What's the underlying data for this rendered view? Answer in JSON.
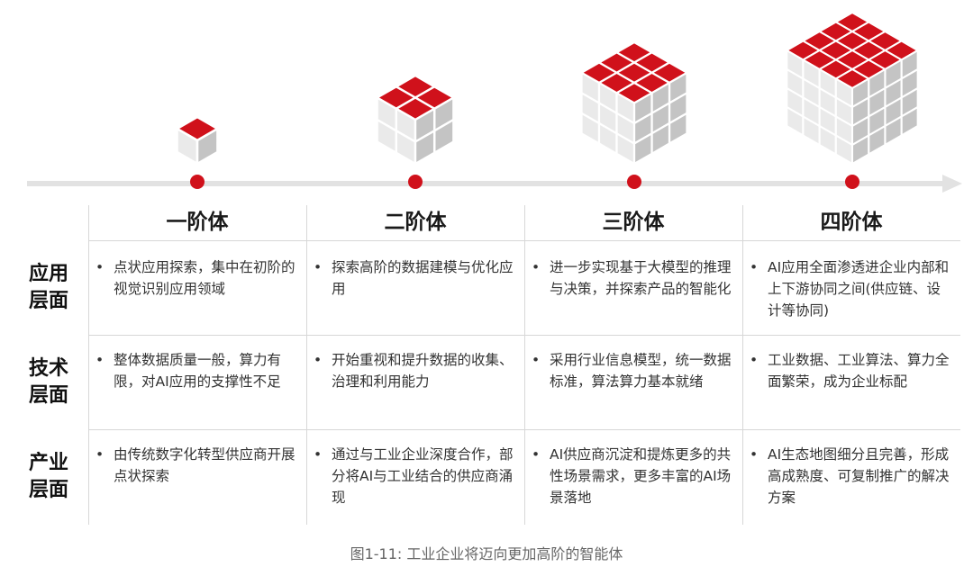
{
  "stages": [
    "一阶体",
    "二阶体",
    "三阶体",
    "四阶体"
  ],
  "cube_sizes": [
    1,
    2,
    3,
    4
  ],
  "row_labels": [
    [
      "应用",
      "层面"
    ],
    [
      "技术",
      "层面"
    ],
    [
      "产业",
      "层面"
    ]
  ],
  "cells": [
    [
      "点状应用探索，集中在初阶的视觉识别应用领域",
      "探索高阶的数据建模与优化应用",
      "进一步实现基于大模型的推理与决策，并探索产品的智能化",
      "AI应用全面渗透进企业内部和上下游协同之间(供应链、设计等协同)"
    ],
    [
      "整体数据质量一般，算力有限，对AI应用的支撑性不足",
      "开始重视和提升数据的收集、治理和利用能力",
      "采用行业信息模型，统一数据标准，算法算力基本就绪",
      "工业数据、工业算法、算力全面繁荣，成为企业标配"
    ],
    [
      "由传统数字化转型供应商开展点状探索",
      "通过与工业企业深度合作，部分将AI与工业结合的供应商涌现",
      "AI供应商沉淀和提炼更多的共性场景需求，更多丰富的AI场景落地",
      "AI生态地图细分且完善，形成高成熟度、可复制推广的解决方案"
    ]
  ],
  "bullet": "•",
  "caption": "图1-11: 工业企业将迈向更加高阶的智能体",
  "colors": {
    "accent": "#d0111b",
    "cube_left": "#eaeaea",
    "cube_right": "#c4c4c4",
    "timeline": "#e2e2e2",
    "grid_line": "#d7d7d7"
  }
}
